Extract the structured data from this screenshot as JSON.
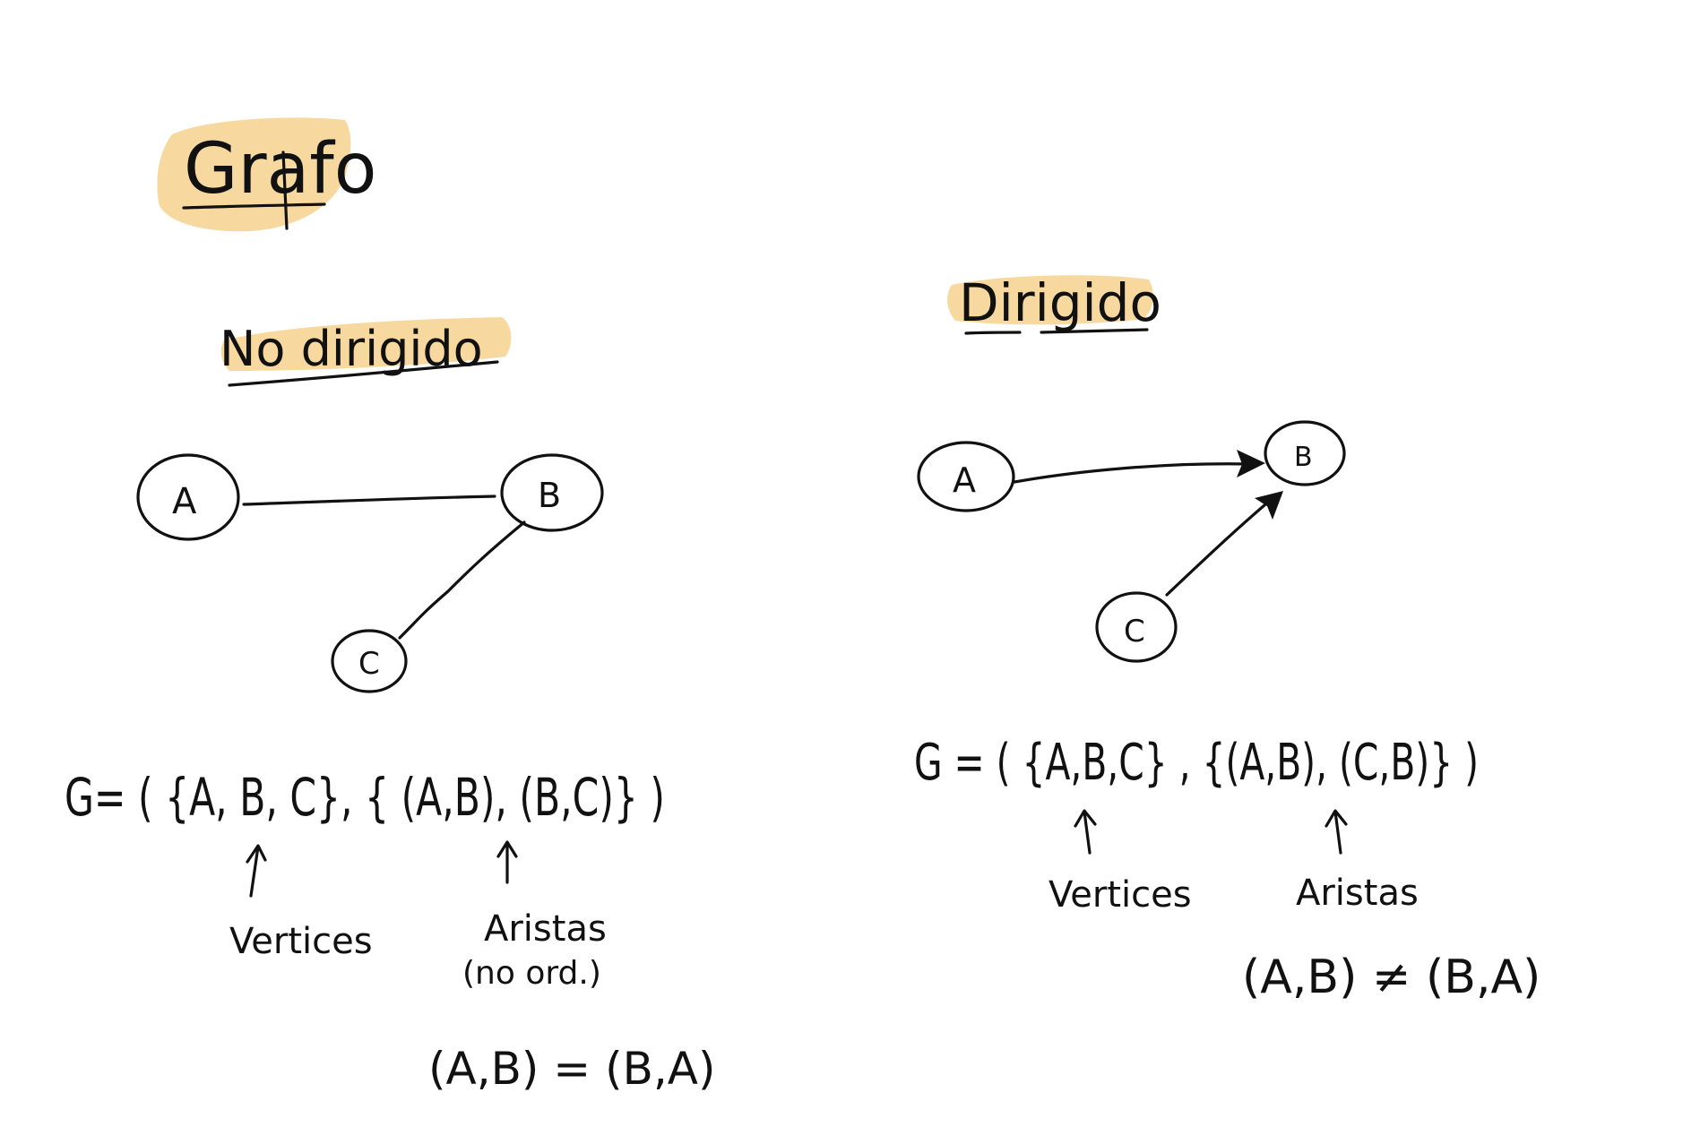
{
  "colors": {
    "ink": "#111111",
    "highlight": "#f7d9a0"
  },
  "title": "Grafo",
  "undirected": {
    "heading": "No dirigido",
    "nodes": [
      "A",
      "B",
      "C"
    ],
    "formula": "G= ( {A, B, C}, { (A,B), (B,C)} )",
    "vertices_label": "Vertices",
    "edges_label": "Aristas",
    "edges_note": "(no ord.)",
    "equality": "(A,B) = (B,A)"
  },
  "directed": {
    "heading": "Dirigido",
    "nodes": [
      "A",
      "B",
      "C"
    ],
    "formula": "G = ( {A,B,C} , {(A,B), (C,B)} )",
    "vertices_label": "Vertices",
    "edges_label": "Aristas",
    "inequality": "(A,B) ≠ (B,A)"
  }
}
